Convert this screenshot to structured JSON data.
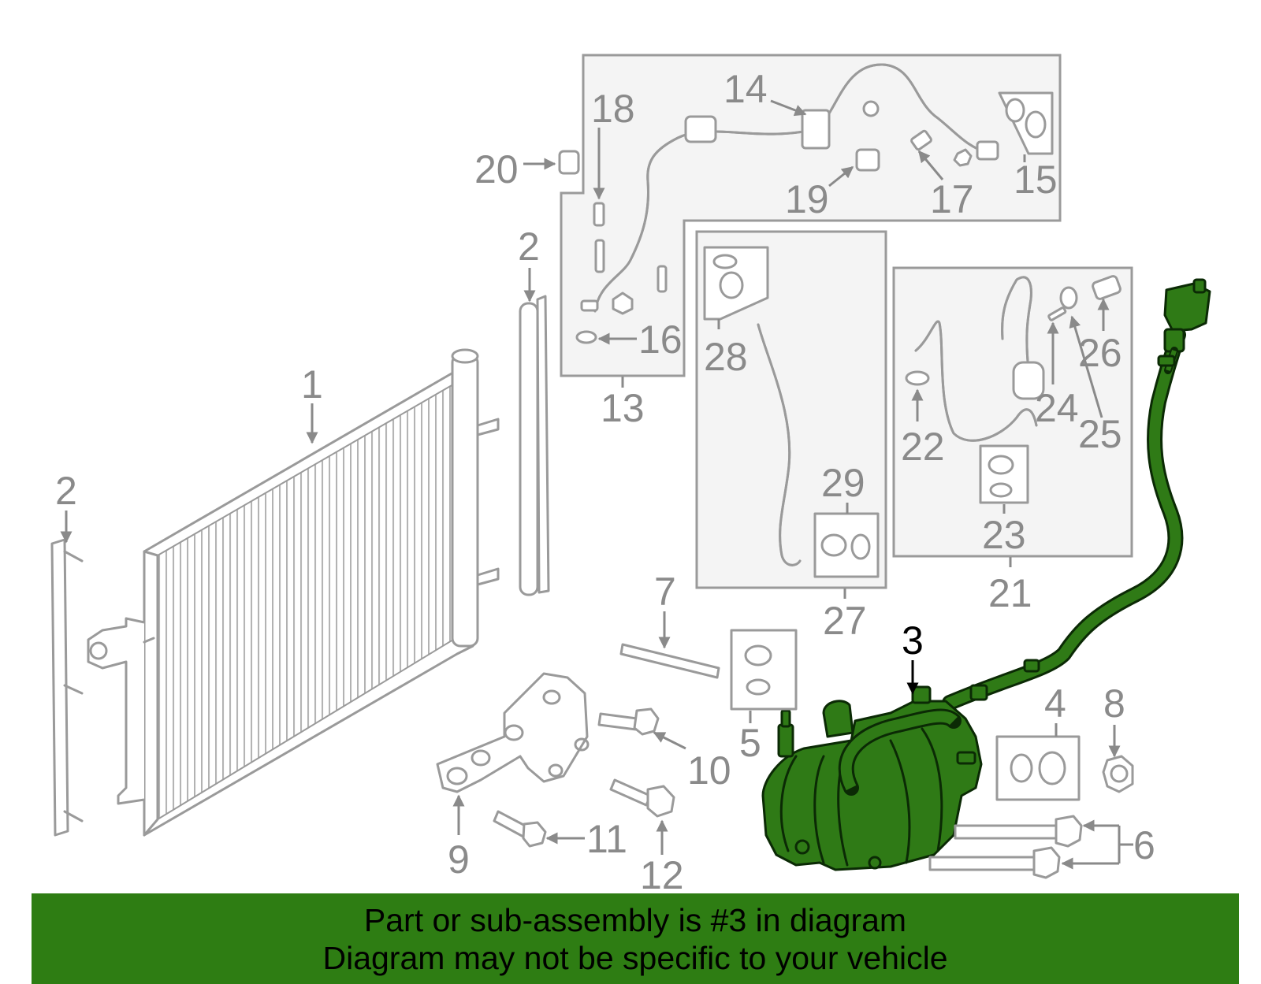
{
  "callouts": {
    "c1": "1",
    "c2a": "2",
    "c2b": "2",
    "c3": "3",
    "c4": "4",
    "c5": "5",
    "c6": "6",
    "c7": "7",
    "c8": "8",
    "c9": "9",
    "c10": "10",
    "c11": "11",
    "c12": "12",
    "c13": "13",
    "c14": "14",
    "c15": "15",
    "c16": "16",
    "c17": "17",
    "c18": "18",
    "c19": "19",
    "c20": "20",
    "c21": "21",
    "c22": "22",
    "c23": "23",
    "c24": "24",
    "c25": "25",
    "c26": "26",
    "c27": "27",
    "c28": "28",
    "c29": "29"
  },
  "highlight": {
    "part_number": "3",
    "color": "#2e7d13"
  },
  "banner": {
    "line1": "Part or sub-assembly is #3 in diagram",
    "line2": "Diagram may not be specific to your vehicle"
  }
}
